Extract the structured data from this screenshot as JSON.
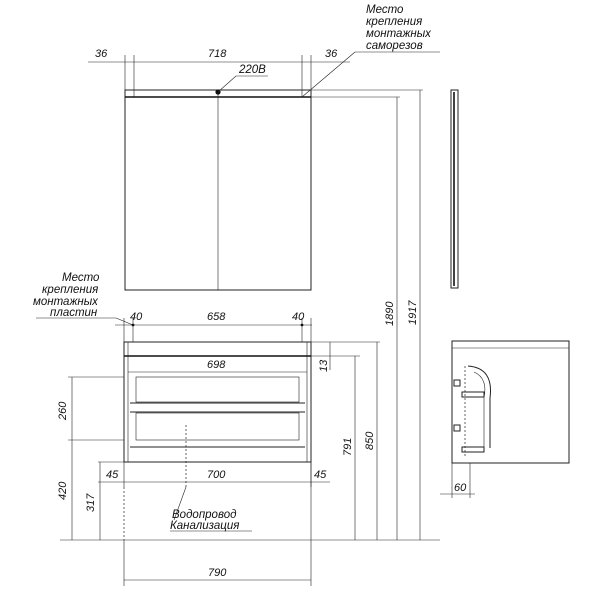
{
  "labels": {
    "mirror_mount": [
      "Место",
      "крепления",
      "монтажных",
      "саморезов"
    ],
    "cabinet_mount": [
      "Место",
      "крепления",
      "монтажных",
      "пластин"
    ],
    "power": "220В",
    "water": "Водопровод",
    "sewer": "Канализация"
  },
  "dimensions": {
    "top_left": "36",
    "top_mid": "718",
    "top_right": "36",
    "plate_left": "40",
    "plate_mid": "658",
    "plate_right": "40",
    "inner_width": "698",
    "pipe_left": "45",
    "pipe_mid": "700",
    "pipe_right": "45",
    "total_width": "790",
    "h_13": "13",
    "h_791": "791",
    "h_850": "850",
    "h_1890": "1890",
    "h_1917": "1917",
    "h_260": "260",
    "h_420": "420",
    "h_317": "317",
    "side_60": "60"
  }
}
